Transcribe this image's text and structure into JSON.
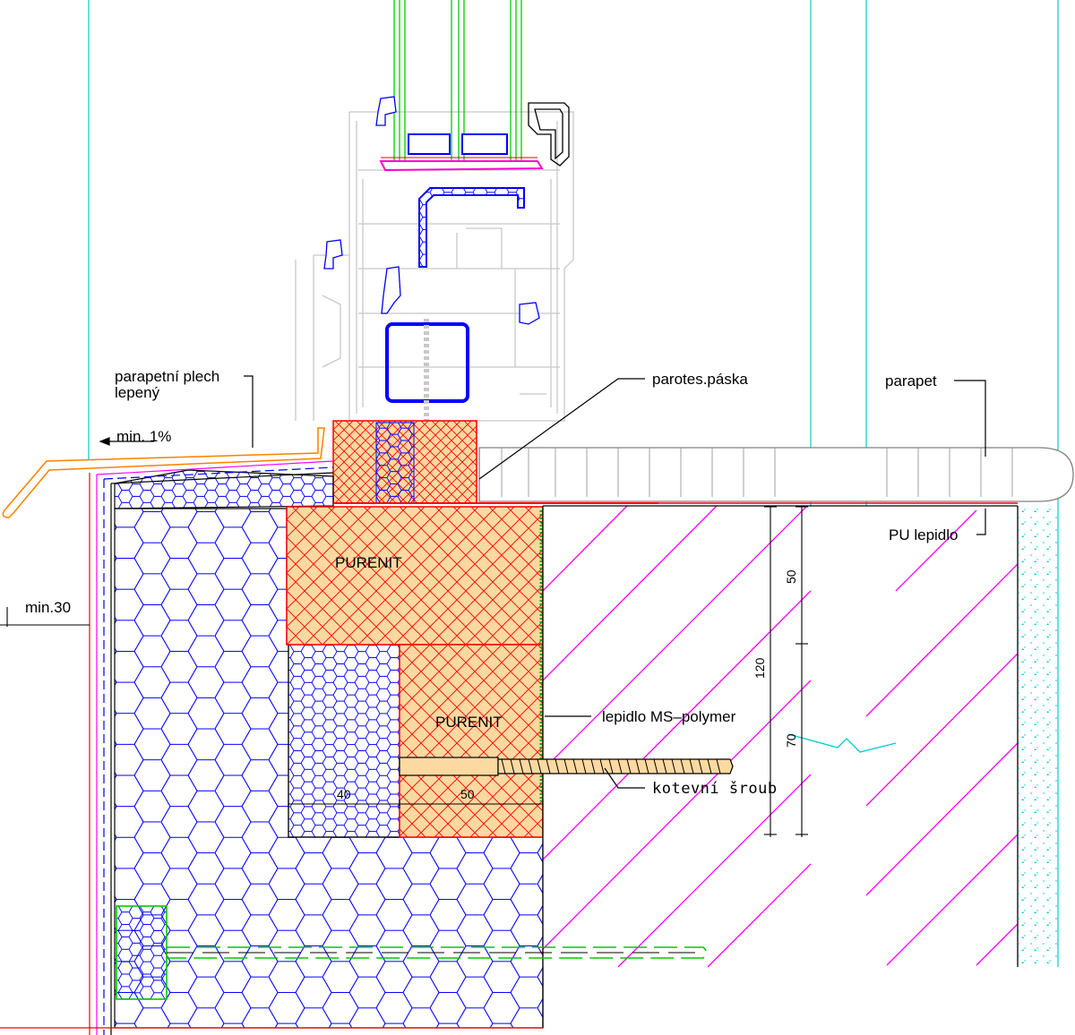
{
  "labels": {
    "parapet_sheet_line1": "parapetní plech",
    "parapet_sheet_line2": "lepený",
    "vapor_tape": "parotes.páska",
    "sill": "parapet",
    "pu_adhesive": "PU lepidlo",
    "ms_polymer": "lepidlo MS–polymer",
    "anchor_screw": "kotevní šroub",
    "purenit_top": "PURENIT",
    "purenit_bottom": "PURENIT",
    "slope": "min. 1%",
    "min_offset": "min.30"
  },
  "dimensions": {
    "d50_upper": "50",
    "d120": "120",
    "d70": "70",
    "d40": "40",
    "d50_lower": "50"
  },
  "colors": {
    "insulation_hex": "#0000ff",
    "purenit_fill": "#fcd9a0",
    "purenit_hatch": "#ff0000",
    "masonry_hatch": "#ff00ff",
    "guide_lines": "#00cccc",
    "flashing": "#ff8000",
    "frame_outline": "#c8c8c8",
    "glazing": "#00cc00",
    "seal": "#ff00cc"
  }
}
